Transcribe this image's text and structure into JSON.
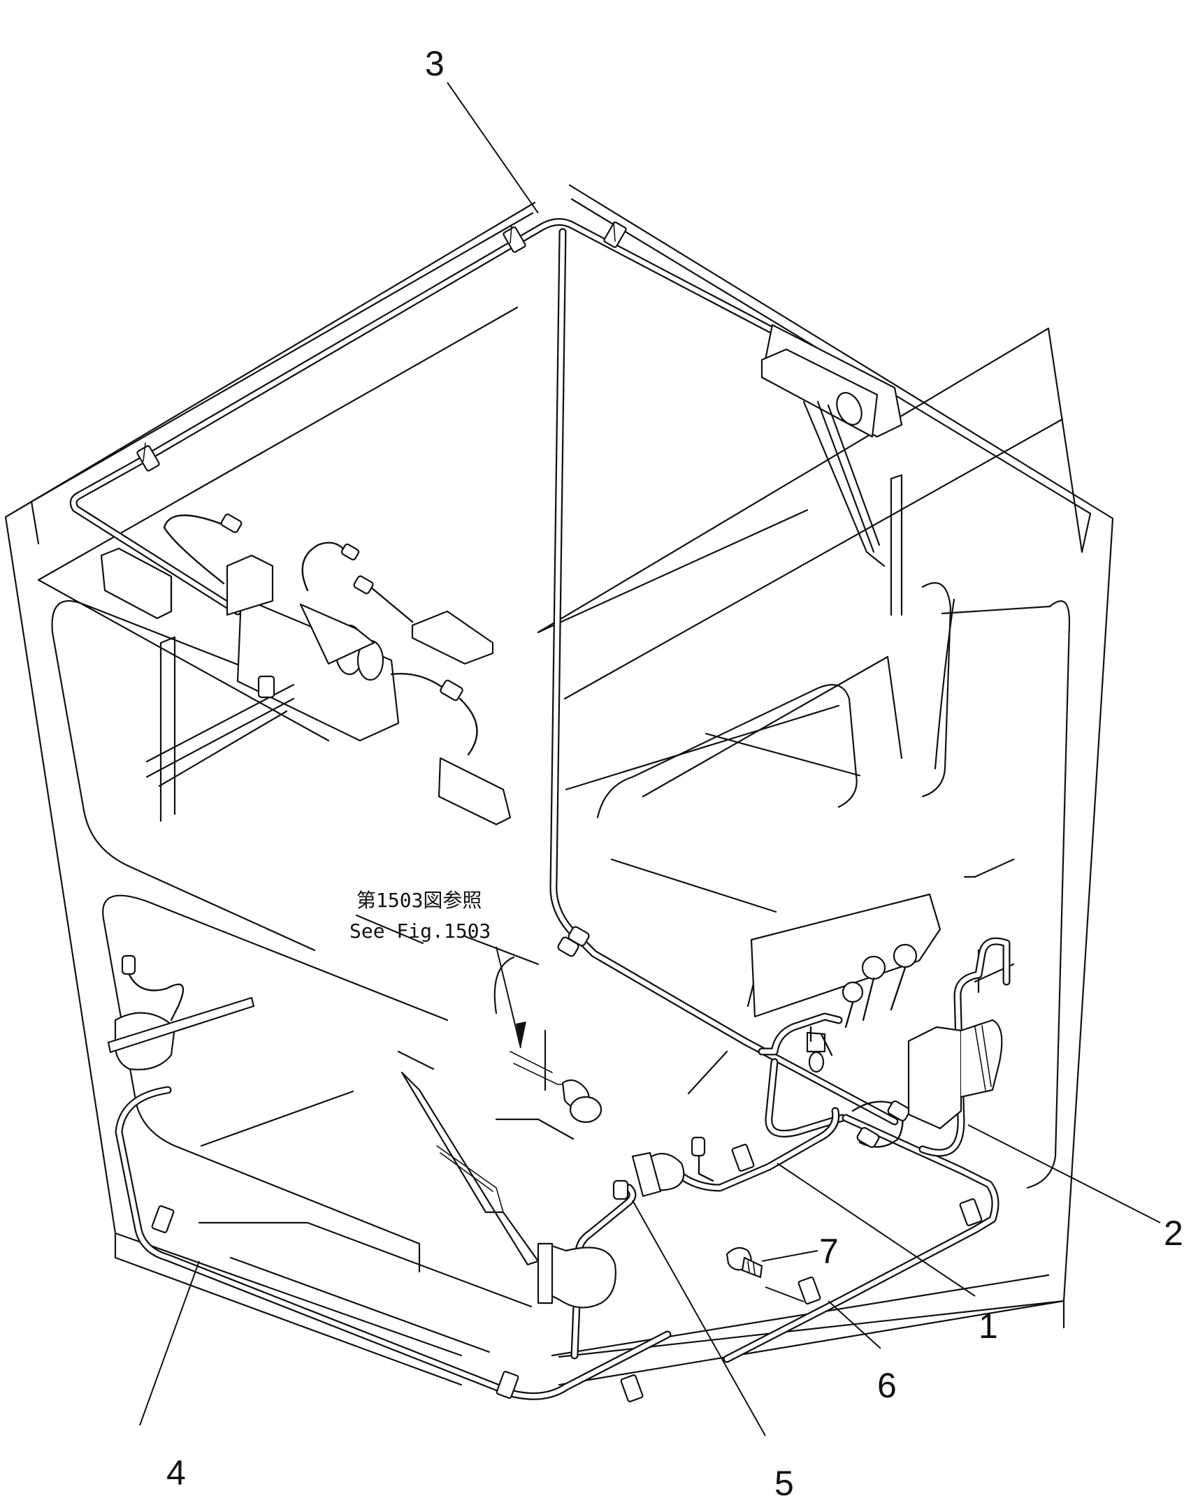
{
  "callouts": [
    {
      "id": "1",
      "label": "1"
    },
    {
      "id": "2",
      "label": "2"
    },
    {
      "id": "3",
      "label": "3"
    },
    {
      "id": "4",
      "label": "4"
    },
    {
      "id": "5",
      "label": "5"
    },
    {
      "id": "6",
      "label": "6"
    },
    {
      "id": "7",
      "label": "7"
    }
  ],
  "reference_note": {
    "line_jp": "第1503図参照",
    "line_en": "See Fig.1503"
  }
}
